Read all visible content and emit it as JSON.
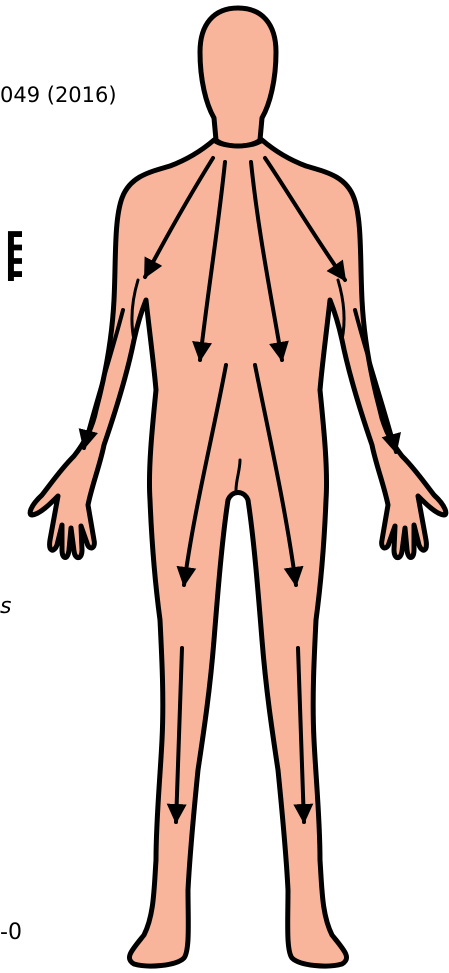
{
  "text_fragments": {
    "citation": "049 (2016)",
    "big_char": "目",
    "italic": "s",
    "bottom": "-0"
  },
  "colors": {
    "skin": "#f8b59b",
    "outline": "#000000",
    "arrow": "#000000",
    "background": "#ffffff"
  },
  "arrows": [
    {
      "name": "arrow-left-shoulder-to-upper-arm"
    },
    {
      "name": "arrow-left-chest-to-abdomen"
    },
    {
      "name": "arrow-right-chest-to-abdomen"
    },
    {
      "name": "arrow-right-shoulder-to-upper-arm"
    },
    {
      "name": "arrow-left-forearm-to-wrist"
    },
    {
      "name": "arrow-right-forearm-to-wrist"
    },
    {
      "name": "arrow-left-hip-to-knee"
    },
    {
      "name": "arrow-right-hip-to-knee"
    },
    {
      "name": "arrow-left-shin-to-ankle"
    },
    {
      "name": "arrow-right-shin-to-ankle"
    }
  ]
}
